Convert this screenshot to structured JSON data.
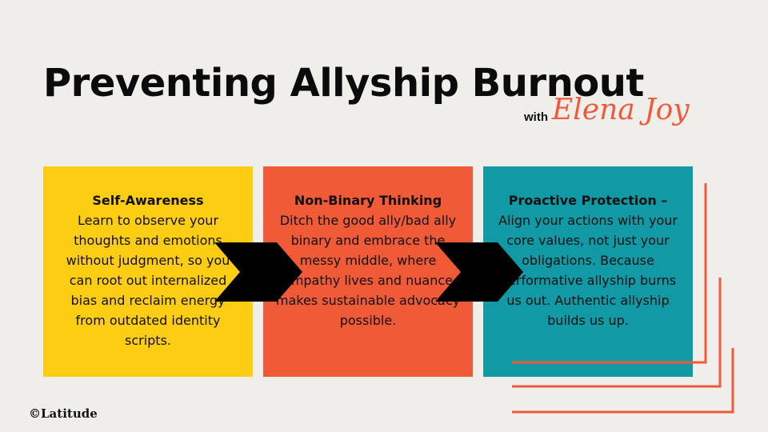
{
  "title": "Preventing Allyship Burnout",
  "subtitle_with": "with",
  "author": "Elena Joy",
  "cards": [
    {
      "heading": "Self-Awareness",
      "body": "Learn to observe your thoughts and emotions without judgment, so you can root out internalized bias and reclaim energy from outdated identity scripts.",
      "color": "#fdcd13"
    },
    {
      "heading": "Non-Binary Thinking",
      "body": "Ditch the good ally/bad ally binary and embrace the messy middle, where empathy lives and nuance makes sustainable advocacy possible.",
      "color": "#f05a36"
    },
    {
      "heading": "Proactive Protection –",
      "body": "Align your actions with your core values, not just your obligations. Because performative allyship burns us out. Authentic allyship builds us up.",
      "color": "#1299a6"
    }
  ],
  "logo": "©Latitude",
  "arrow_icon": "chevron-right-icon",
  "accent_color": "#f05a3a"
}
